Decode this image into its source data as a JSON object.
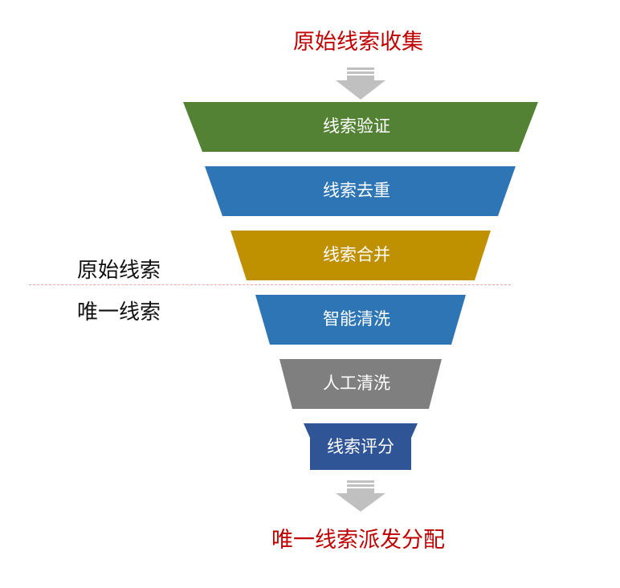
{
  "top_title": "原始线索收集",
  "bottom_title": "唯一线索派发分配",
  "side_labels": {
    "raw": "原始线索",
    "unique": "唯一线索"
  },
  "funnel": [
    {
      "label": "线索验证",
      "color": "#548235"
    },
    {
      "label": "线索去重",
      "color": "#2e75b6"
    },
    {
      "label": "线索合并",
      "color": "#bf9000"
    },
    {
      "label": "智能清洗",
      "color": "#2e75b6"
    },
    {
      "label": "人工清洗",
      "color": "#7f7f7f"
    },
    {
      "label": "线索评分",
      "color": "#2f5597"
    }
  ],
  "arrow_color": "#c0c0c0"
}
